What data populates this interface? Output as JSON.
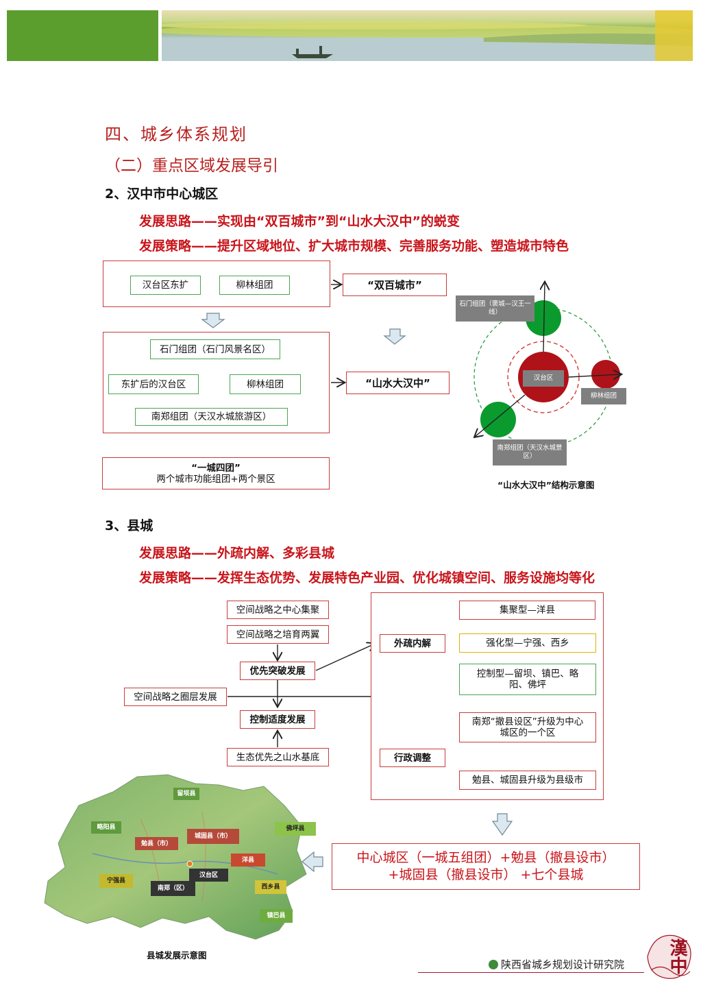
{
  "header": {
    "brand_color": "#5b9e2e"
  },
  "titles": {
    "section": "四、城乡体系规划",
    "subsection": "（二）重点区域发展导引",
    "part2": "2、汉中市中心城区",
    "part3": "3、县城"
  },
  "part2": {
    "idea": "发展思路——实现由“双百城市”到“山水大汉中”的蜕变",
    "strategy": "发展策略——提升区域地位、扩大城市规模、完善服务功能、塑造城市特色",
    "box_hantai_east": "汉台区东扩",
    "box_liulin": "柳林组团",
    "result_1": "“双百城市”",
    "box_shimen": "石门组团（石门风景名区）",
    "box_hantai_after": "东扩后的汉台区",
    "box_liulin_2": "柳林组团",
    "box_nanzheng": "南郑组团（天汉水城旅游区）",
    "result_2": "“山水大汉中”",
    "summary_title": "“一城四团”",
    "summary_text": "两个城市功能组团+两个景区",
    "diagram": {
      "shimen": "石门组团（褒城—汉王一线）",
      "hantai": "汉台区",
      "liulin": "柳林组团",
      "nanzheng": "南郑组团（天汉水城景区）",
      "caption": "“山水大汉中”结构示意图"
    }
  },
  "part3": {
    "idea": "发展思路——外疏内解、多彩县城",
    "strategy": "发展策略——发挥生态优势、发展特色产业园、优化城镇空间、服务设施均等化",
    "left": {
      "center": "空间战略之中心集聚",
      "wings": "空间战略之培育两翼",
      "priority": "优先突破发展",
      "ring": "空间战略之圈层发展",
      "control": "控制适度发展",
      "eco": "生态优先之山水基底"
    },
    "right": {
      "outer": "外疏内解",
      "admin": "行政调整",
      "gather": "集聚型—洋县",
      "strengthen": "强化型—宁强、西乡",
      "controlled": "控制型—留坝、镇巴、略阳、佛坪",
      "nanzheng": "南郑“撤县设区”升级为中心城区的一个区",
      "mianxian": "勉县、城固县升级为县级市"
    },
    "conclusion": "中心城区（一城五组团）+勉县（撤县设市）+城固县（撤县设市） +七个县城",
    "map": {
      "liuba": "留坝县",
      "lueyang": "略阳县",
      "mianxian": "勉县（市）",
      "chenggu": "城固县（市）",
      "foping": "佛坪县",
      "yangxian": "洋县",
      "ningqiang": "宁强县",
      "hantai": "汉台区",
      "nanzheng": "南郑（区）",
      "xixiang": "西乡县",
      "zhenba": "镇巴县",
      "caption": "县城发展示意图"
    }
  },
  "footer": {
    "institute": "陕西省城乡规划设计研究院",
    "seal_text": "漢中"
  }
}
